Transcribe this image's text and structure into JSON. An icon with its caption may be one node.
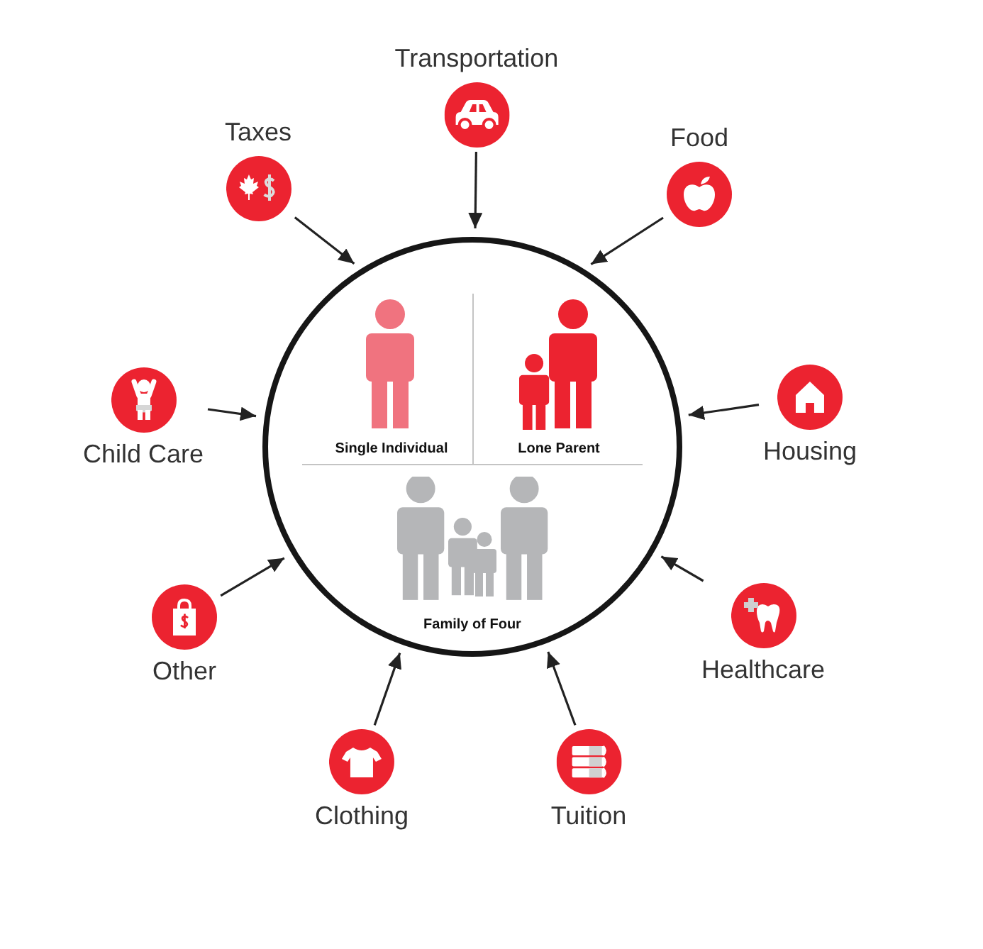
{
  "diagram": {
    "nodes": [
      {
        "text": [
          "Transportation"
        ]
      },
      {
        "text": [
          "Taxes"
        ]
      },
      {
        "text": [
          "Food"
        ]
      },
      {
        "text": [
          "Child Care"
        ]
      },
      {
        "text": [
          "Housing"
        ]
      },
      {
        "text": [],
        "shape": "circle"
      },
      {
        "text": [
          "Single Individual"
        ],
        "in": 5
      },
      {
        "text": [
          "Lone Parent"
        ],
        "in": 5
      },
      {
        "text": [
          "Family of Four"
        ],
        "in": 5
      },
      {
        "text": [
          "Other"
        ]
      },
      {
        "text": [
          "Healthcare"
        ]
      },
      {
        "text": [
          "Clothing"
        ]
      },
      {
        "text": [
          "Tuition"
        ]
      }
    ],
    "edges": [
      {
        "from": 0,
        "to": 5,
        "arrow": "to"
      },
      {
        "from": 1,
        "to": 5,
        "arrow": "to"
      },
      {
        "from": 2,
        "to": 5,
        "arrow": "to"
      },
      {
        "from": 3,
        "to": 5,
        "arrow": "to"
      },
      {
        "from": 4,
        "to": 5,
        "arrow": "to"
      },
      {
        "from": 9,
        "to": 5,
        "arrow": "to"
      },
      {
        "from": 10,
        "to": 5,
        "arrow": "to"
      },
      {
        "from": 11,
        "to": 5,
        "arrow": "to"
      },
      {
        "from": 12,
        "to": 5,
        "arrow": "to"
      }
    ]
  }
}
